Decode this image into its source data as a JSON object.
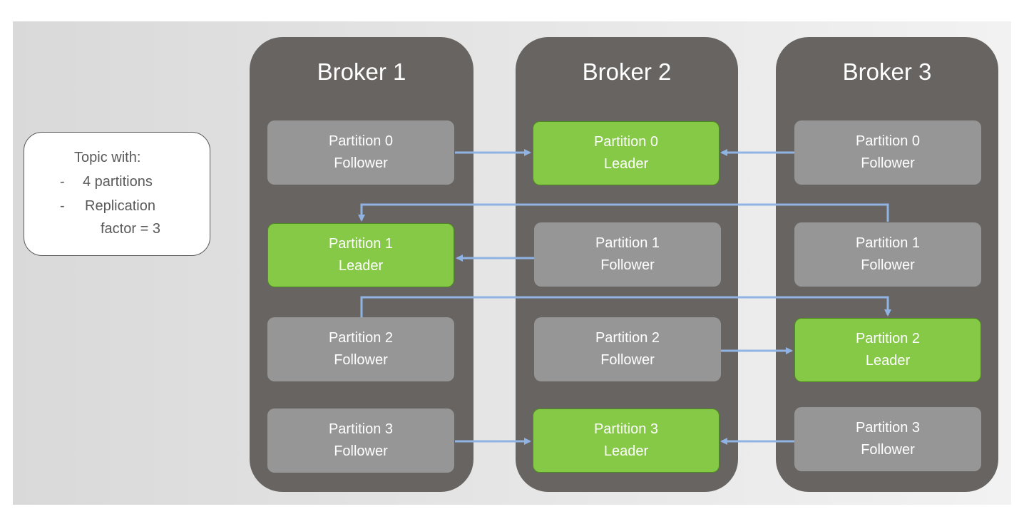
{
  "topic_box": {
    "heading": "Topic with:",
    "dash": "-",
    "item_partitions": "4 partitions",
    "item_replication_1": "Replication",
    "item_replication_2": "factor = 3"
  },
  "brokers": [
    {
      "title": "Broker 1",
      "partitions": [
        {
          "name": "Partition 0",
          "role": "Follower"
        },
        {
          "name": "Partition 1",
          "role": "Leader"
        },
        {
          "name": "Partition 2",
          "role": "Follower"
        },
        {
          "name": "Partition 3",
          "role": "Follower"
        }
      ]
    },
    {
      "title": "Broker 2",
      "partitions": [
        {
          "name": "Partition 0",
          "role": "Leader"
        },
        {
          "name": "Partition 1",
          "role": "Follower"
        },
        {
          "name": "Partition 2",
          "role": "Follower"
        },
        {
          "name": "Partition 3",
          "role": "Leader"
        }
      ]
    },
    {
      "title": "Broker 3",
      "partitions": [
        {
          "name": "Partition 0",
          "role": "Follower"
        },
        {
          "name": "Partition 1",
          "role": "Follower"
        },
        {
          "name": "Partition 2",
          "role": "Leader"
        },
        {
          "name": "Partition 3",
          "role": "Follower"
        }
      ]
    }
  ],
  "colors": {
    "broker_bg": "#686462",
    "follower_bg": "#969696",
    "leader_bg": "#85c946",
    "arrow": "#8fb4e3"
  }
}
